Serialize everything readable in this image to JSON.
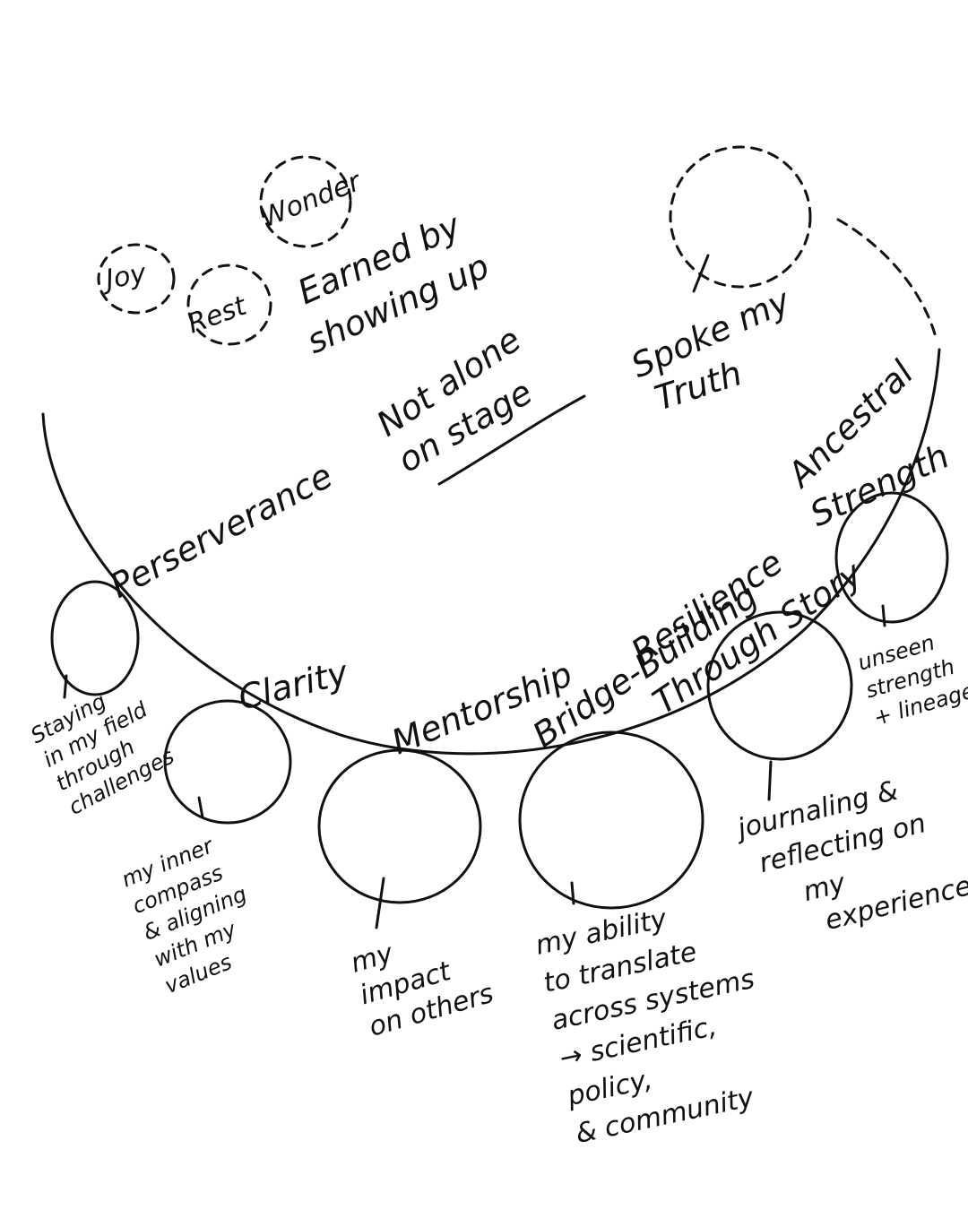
{
  "virtues": {
    "perserverance": "Perserverance",
    "clarity": "Clarity",
    "mentorship": "Mentorship",
    "bridge_building": "Bridge-Building",
    "resilience_1": "Resilience",
    "resilience_2": "Through Story",
    "ancestral_1": "Ancestral",
    "ancestral_2": "Strength"
  },
  "center": {
    "not_alone_1": "Not alone",
    "not_alone_2": "on stage",
    "earned_1": "Earned by",
    "earned_2": "showing up",
    "spoke_1": "Spoke my",
    "spoke_2": "Truth"
  },
  "floating": {
    "joy": "Joy",
    "rest": "Rest",
    "wonder": "Wonder"
  },
  "beads": {
    "staying": [
      "Staying",
      "in my field",
      "through",
      "challenges"
    ],
    "compass": [
      "my inner",
      "compass",
      "& aligning",
      "with my",
      "values"
    ],
    "impact": [
      "my",
      "impact",
      "on others"
    ],
    "translate": [
      "my ability",
      "to translate",
      "across systems",
      "→ scientific,",
      "policy,",
      "& community"
    ],
    "journaling": [
      "journaling &",
      "reflecting on",
      "my",
      "experience"
    ],
    "unseen": [
      "unseen",
      "strength",
      "+ lineage"
    ]
  }
}
